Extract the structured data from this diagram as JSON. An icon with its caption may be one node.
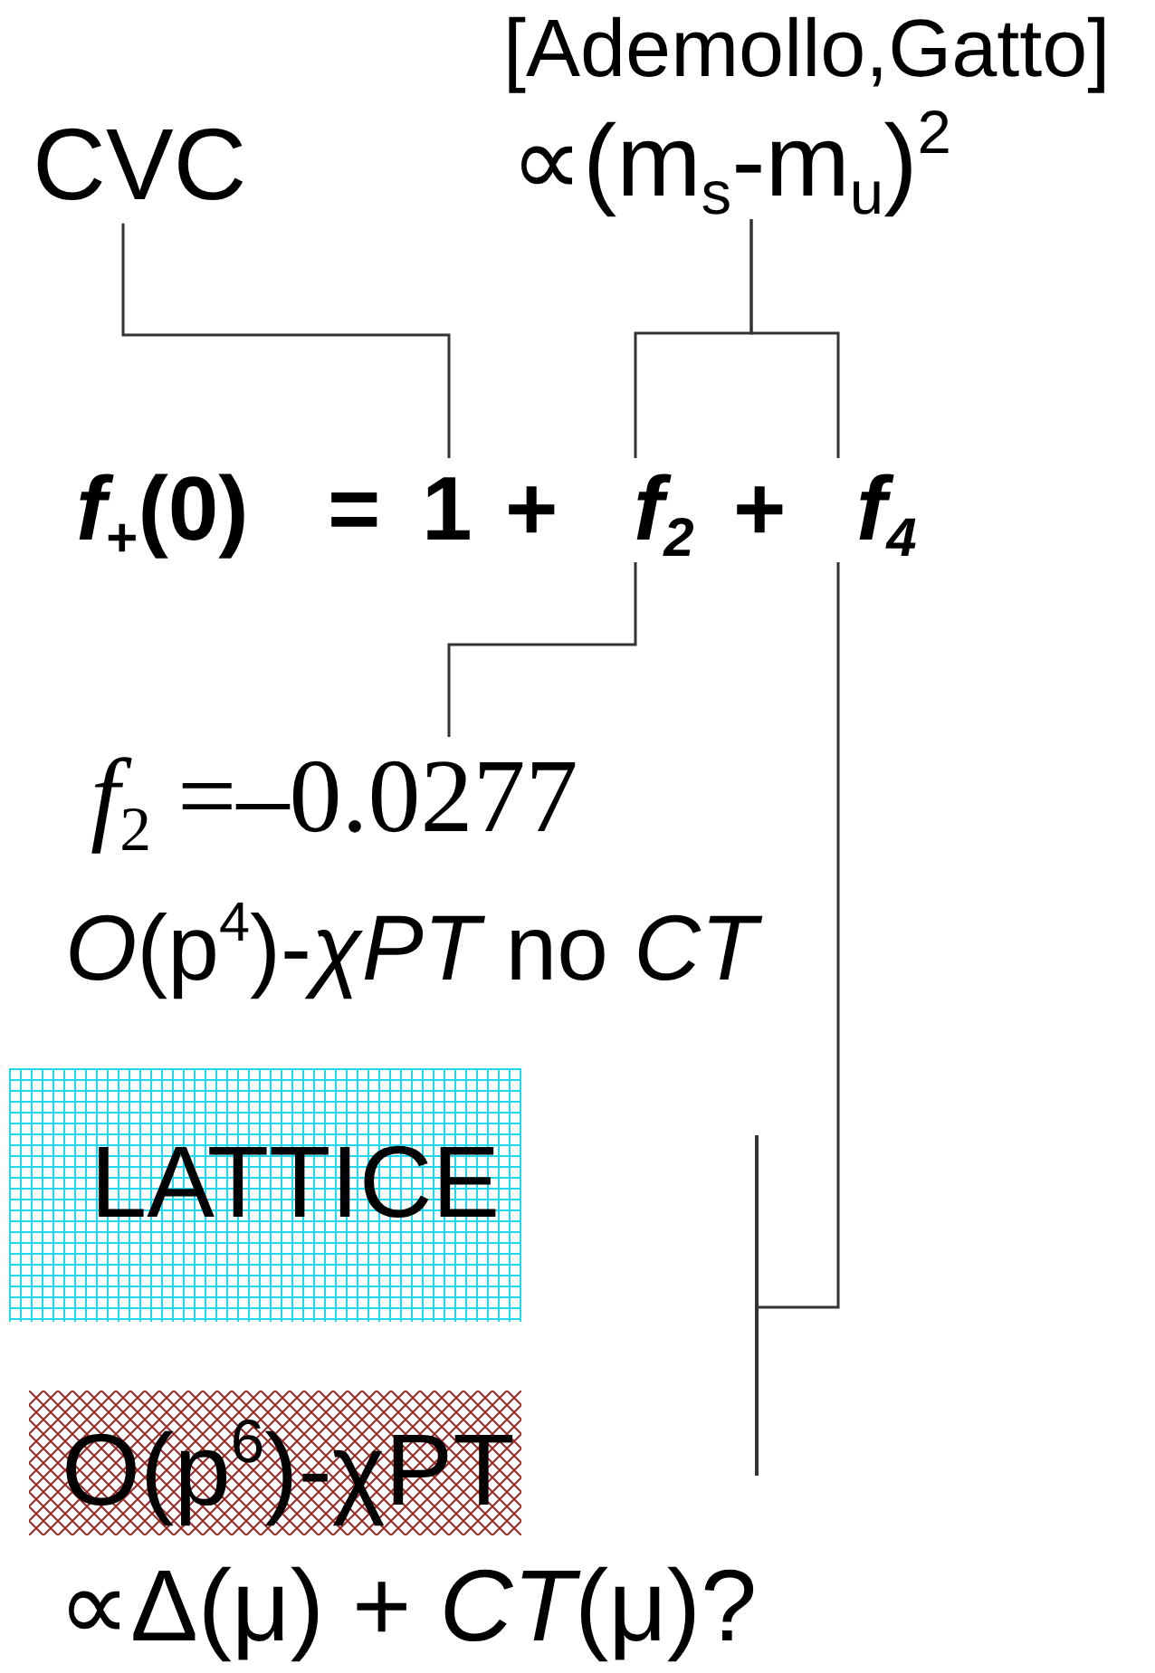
{
  "diagram": {
    "nodes": [
      {
        "text": [
          "CVC"
        ]
      },
      {
        "text": [
          "[Ademollo,Gatto]",
          "∝(m$_{s}$-m$_{u}$)$^{2}$"
        ]
      },
      {
        "text": [
          "1"
        ]
      },
      {
        "text": [
          "f$_{2}$"
        ]
      },
      {
        "text": [
          "f$_{4}$"
        ]
      },
      {
        "text": [
          "*f*$_{2}$ =–0.0277",
          "*O*(p$^{4}$)-*χPT* no *CT*"
        ]
      },
      {
        "text": [
          "LATTICE"
        ]
      },
      {
        "text": [
          "O(p$^{6}$)-χPT"
        ],
        "beside": [
          "∝Δ(μ) + *CT*(μ)?"
        ]
      },
      {
        "text": [],
        "shape": "bar"
      }
    ],
    "edges": [
      {
        "from": 0,
        "to": 2,
        "arrow": "none"
      },
      {
        "from": 1,
        "to": 3,
        "arrow": "none"
      },
      {
        "from": 1,
        "to": 4,
        "arrow": "none"
      },
      {
        "from": 3,
        "to": 5,
        "arrow": "none"
      },
      {
        "from": 4,
        "to": 8,
        "arrow": "none"
      }
    ],
    "labels": [
      "*f*$_{+}$(0)",
      "=",
      "+",
      "+"
    ]
  }
}
